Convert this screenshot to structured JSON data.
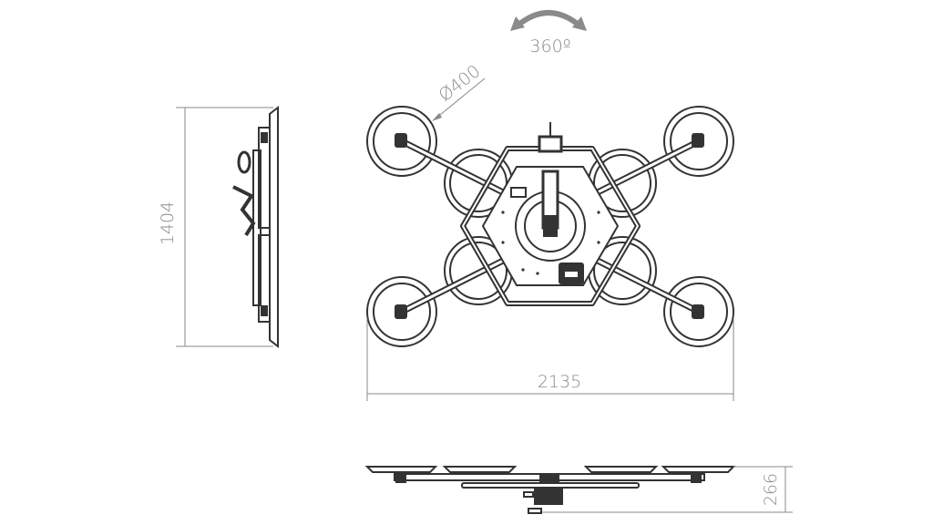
{
  "title": "Vacuum lifter dimension drawing",
  "rotation_label": "360º",
  "dimensions": {
    "pad_diameter": "Ø400",
    "height": "1404",
    "width": "2135",
    "depth": "266"
  },
  "colors": {
    "line": "#333333",
    "dimension": "#8a8a8a"
  }
}
